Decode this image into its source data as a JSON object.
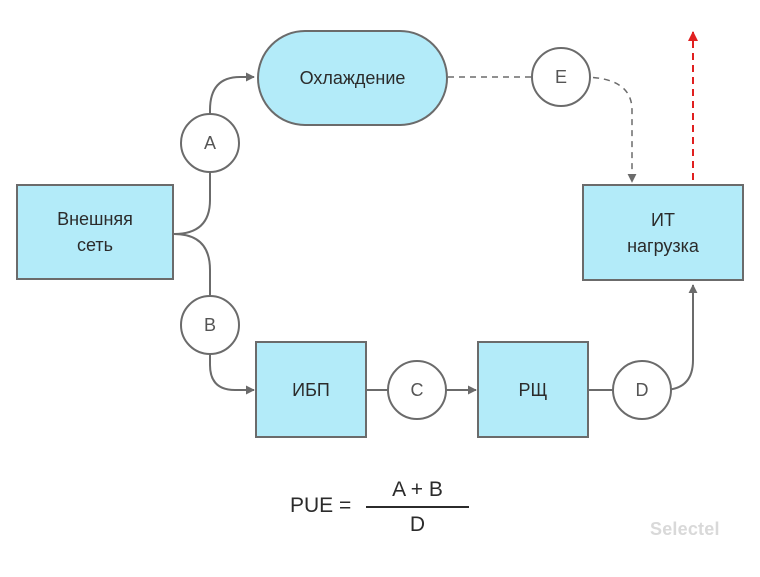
{
  "nodes": {
    "grid": "Внешняя\nсеть",
    "cooling": "Охлаждение",
    "ups": "ИБП",
    "pdu": "РЩ",
    "it_load": "ИТ\nнагрузка"
  },
  "flows": {
    "a": "A",
    "b": "B",
    "c": "C",
    "d": "D",
    "e": "E"
  },
  "formula": {
    "lhs": "PUE =",
    "numerator": "A + B",
    "denominator": "D"
  },
  "watermark": "Selectel",
  "colors": {
    "node_fill": "#B3EBF9",
    "stroke": "#6b6b6b",
    "heat_arrow": "#e02020"
  }
}
